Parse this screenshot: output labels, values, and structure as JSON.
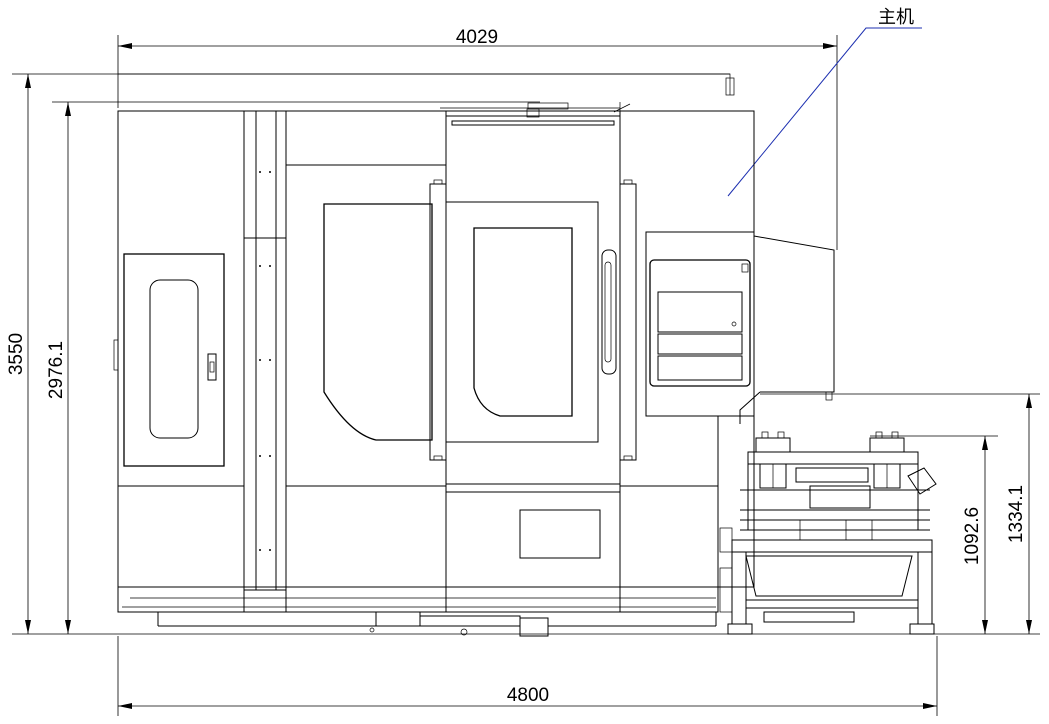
{
  "dimensions": {
    "overall_width": "4800",
    "main_machine_width": "4029",
    "overall_height": "3550",
    "main_machine_height": "2976.1",
    "pallet_changer_height": "1092.6",
    "pallet_changer_top": "1334.1"
  },
  "callout": {
    "label": "主机",
    "leader_color": "#1c2fb0"
  },
  "colors": {
    "line": "#000000",
    "background": "#ffffff"
  }
}
